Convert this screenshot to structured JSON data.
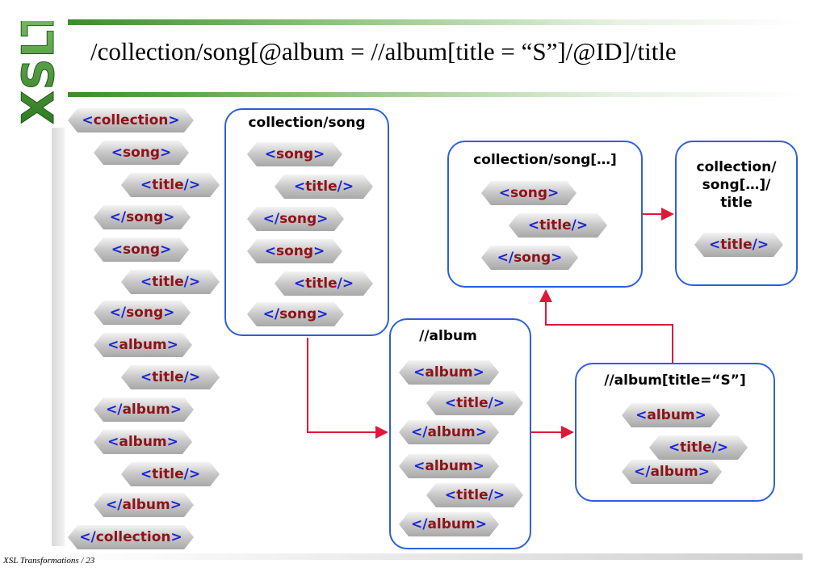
{
  "header": {
    "title": "/collection/song[@album = //album[title = “S”]/@ID]/title",
    "logo_text": "XSLT"
  },
  "footer": {
    "text": "XSL Transformations / 23"
  },
  "colors": {
    "bracket": "#1a24d6",
    "tag_name": "#8e1219",
    "box_border": "#2e5fd8",
    "arrow": "#e01838",
    "logo_green": "#3a8a2a"
  },
  "document": {
    "nodes": [
      {
        "open": "<",
        "name": "collection",
        "close": ">"
      },
      {
        "open": "<",
        "name": "song",
        "close": ">"
      },
      {
        "open": "<",
        "name": "title",
        "close": "/>"
      },
      {
        "open": "</",
        "name": "song",
        "close": ">"
      },
      {
        "open": "<",
        "name": "song",
        "close": ">"
      },
      {
        "open": "<",
        "name": "title",
        "close": "/>"
      },
      {
        "open": "</",
        "name": "song",
        "close": ">"
      },
      {
        "open": "<",
        "name": "album",
        "close": ">"
      },
      {
        "open": "<",
        "name": "title",
        "close": "/>"
      },
      {
        "open": "</",
        "name": "album",
        "close": ">"
      },
      {
        "open": "<",
        "name": "album",
        "close": ">"
      },
      {
        "open": "<",
        "name": "title",
        "close": "/>"
      },
      {
        "open": "</",
        "name": "album",
        "close": ">"
      },
      {
        "open": "</",
        "name": "collection",
        "close": ">"
      }
    ]
  },
  "boxes": [
    {
      "label": "collection/song",
      "nodes": [
        {
          "open": "<",
          "name": "song",
          "close": ">"
        },
        {
          "open": "<",
          "name": "title",
          "close": "/>"
        },
        {
          "open": "</",
          "name": "song",
          "close": ">"
        },
        {
          "open": "<",
          "name": "song",
          "close": ">"
        },
        {
          "open": "<",
          "name": "title",
          "close": "/>"
        },
        {
          "open": "</",
          "name": "song",
          "close": ">"
        }
      ]
    },
    {
      "label": "//album",
      "nodes": [
        {
          "open": "<",
          "name": "album",
          "close": ">"
        },
        {
          "open": "<",
          "name": "title",
          "close": "/>"
        },
        {
          "open": "</",
          "name": "album",
          "close": ">"
        },
        {
          "open": "<",
          "name": "album",
          "close": ">"
        },
        {
          "open": "<",
          "name": "title",
          "close": "/>"
        },
        {
          "open": "</",
          "name": "album",
          "close": ">"
        }
      ]
    },
    {
      "label": "//album[title=“S”]",
      "nodes": [
        {
          "open": "<",
          "name": "album",
          "close": ">"
        },
        {
          "open": "<",
          "name": "title",
          "close": "/>"
        },
        {
          "open": "</",
          "name": "album",
          "close": ">"
        }
      ]
    },
    {
      "label": "collection/song[…]",
      "nodes": [
        {
          "open": "<",
          "name": "song",
          "close": ">"
        },
        {
          "open": "<",
          "name": "title",
          "close": "/>"
        },
        {
          "open": "</",
          "name": "song",
          "close": ">"
        }
      ]
    },
    {
      "label": "collection/ song[…]/ title",
      "nodes": [
        {
          "open": "<",
          "name": "title",
          "close": "/>"
        }
      ]
    }
  ]
}
